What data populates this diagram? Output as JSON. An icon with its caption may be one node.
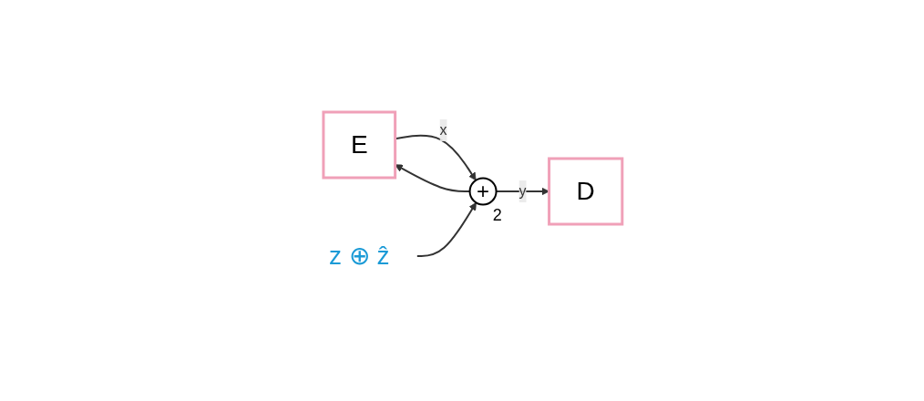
{
  "diagram": {
    "nodes": [
      {
        "text": [
          "E"
        ]
      },
      {
        "text": [
          "+"
        ],
        "beside": [
          "2"
        ]
      },
      {
        "text": [
          "D"
        ]
      },
      {
        "text": [
          "z ⊕ ẑ"
        ]
      }
    ],
    "edges": [
      {
        "from": 0,
        "to": 1,
        "label": "x",
        "arrow": "to"
      },
      {
        "from": 3,
        "to": 1,
        "arrow": "to"
      },
      {
        "from": 1,
        "to": 2,
        "label": "y",
        "arrow": "to"
      },
      {
        "from": 1,
        "to": 0,
        "arrow": "to"
      }
    ]
  }
}
